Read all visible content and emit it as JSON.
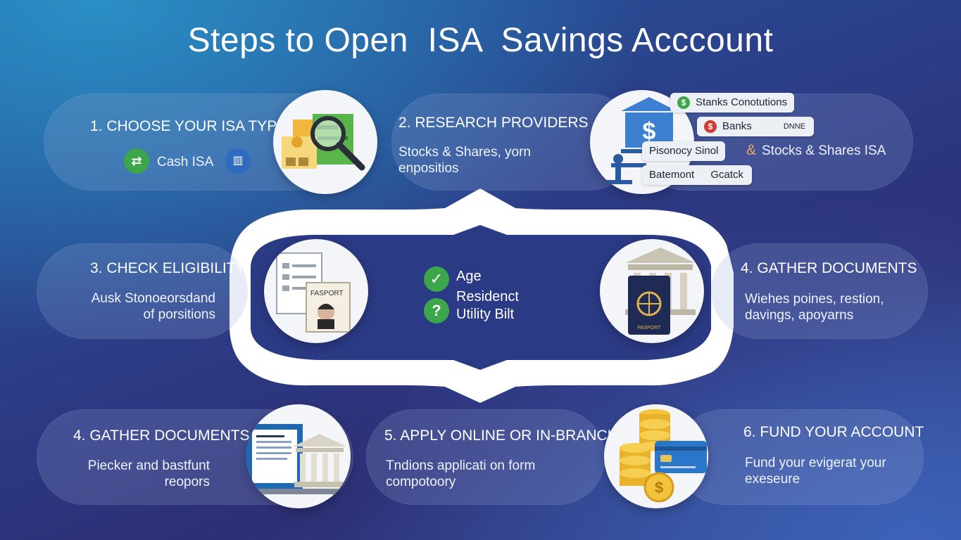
{
  "title": "Steps to Open  ISA  Savings Acccount",
  "steps": [
    {
      "heading": "1. CHOOSE YOUR ISA TYPE",
      "items": [
        "Cash ISA"
      ]
    },
    {
      "heading": "2. RESEARCH PROVIDERS",
      "lines": [
        "Stocks & Shares, yorn",
        "enpositios"
      ]
    },
    {
      "heading": "3. CHECK ELIGIBILITY",
      "lines": [
        "Ausk Stonoeorsdand",
        "of porsitions"
      ]
    },
    {
      "heading": "4. GATHER DOCUMENTS",
      "lines": [
        "Wiehes poines, restion,",
        "davings, apoyarns"
      ]
    },
    {
      "heading": "4. GATHER DOCUMENTS",
      "lines": [
        "Piecker and bastfunt",
        "reopors"
      ]
    },
    {
      "heading": "5. APPLY ONLINE OR IN-BRANCH",
      "lines": [
        "Tndions applicati on form",
        "compotoory"
      ]
    },
    {
      "heading": "6. FUND YOUR ACCOUNT",
      "lines": [
        "Fund your evigerat your",
        "exeseure"
      ]
    }
  ],
  "providers": {
    "badges": [
      "Stanks Conotutions",
      "Banks",
      "DNNE",
      "Pisonocy Sinol",
      "Batemont",
      "Gcatck"
    ],
    "extra": "Stocks & Shares ISA"
  },
  "checklist": [
    "Age",
    "Residenct",
    "Utility Bilt"
  ],
  "icons": {
    "dollar": "$",
    "check": "✓",
    "question": "?",
    "ampersand": "&",
    "passport_label": "FASPORT",
    "passport_book": "PASPORT"
  },
  "colors": {
    "green": "#3ea64a",
    "blue": "#2f6cc0",
    "red": "#d23a34",
    "pill": "#8ea3d4"
  }
}
